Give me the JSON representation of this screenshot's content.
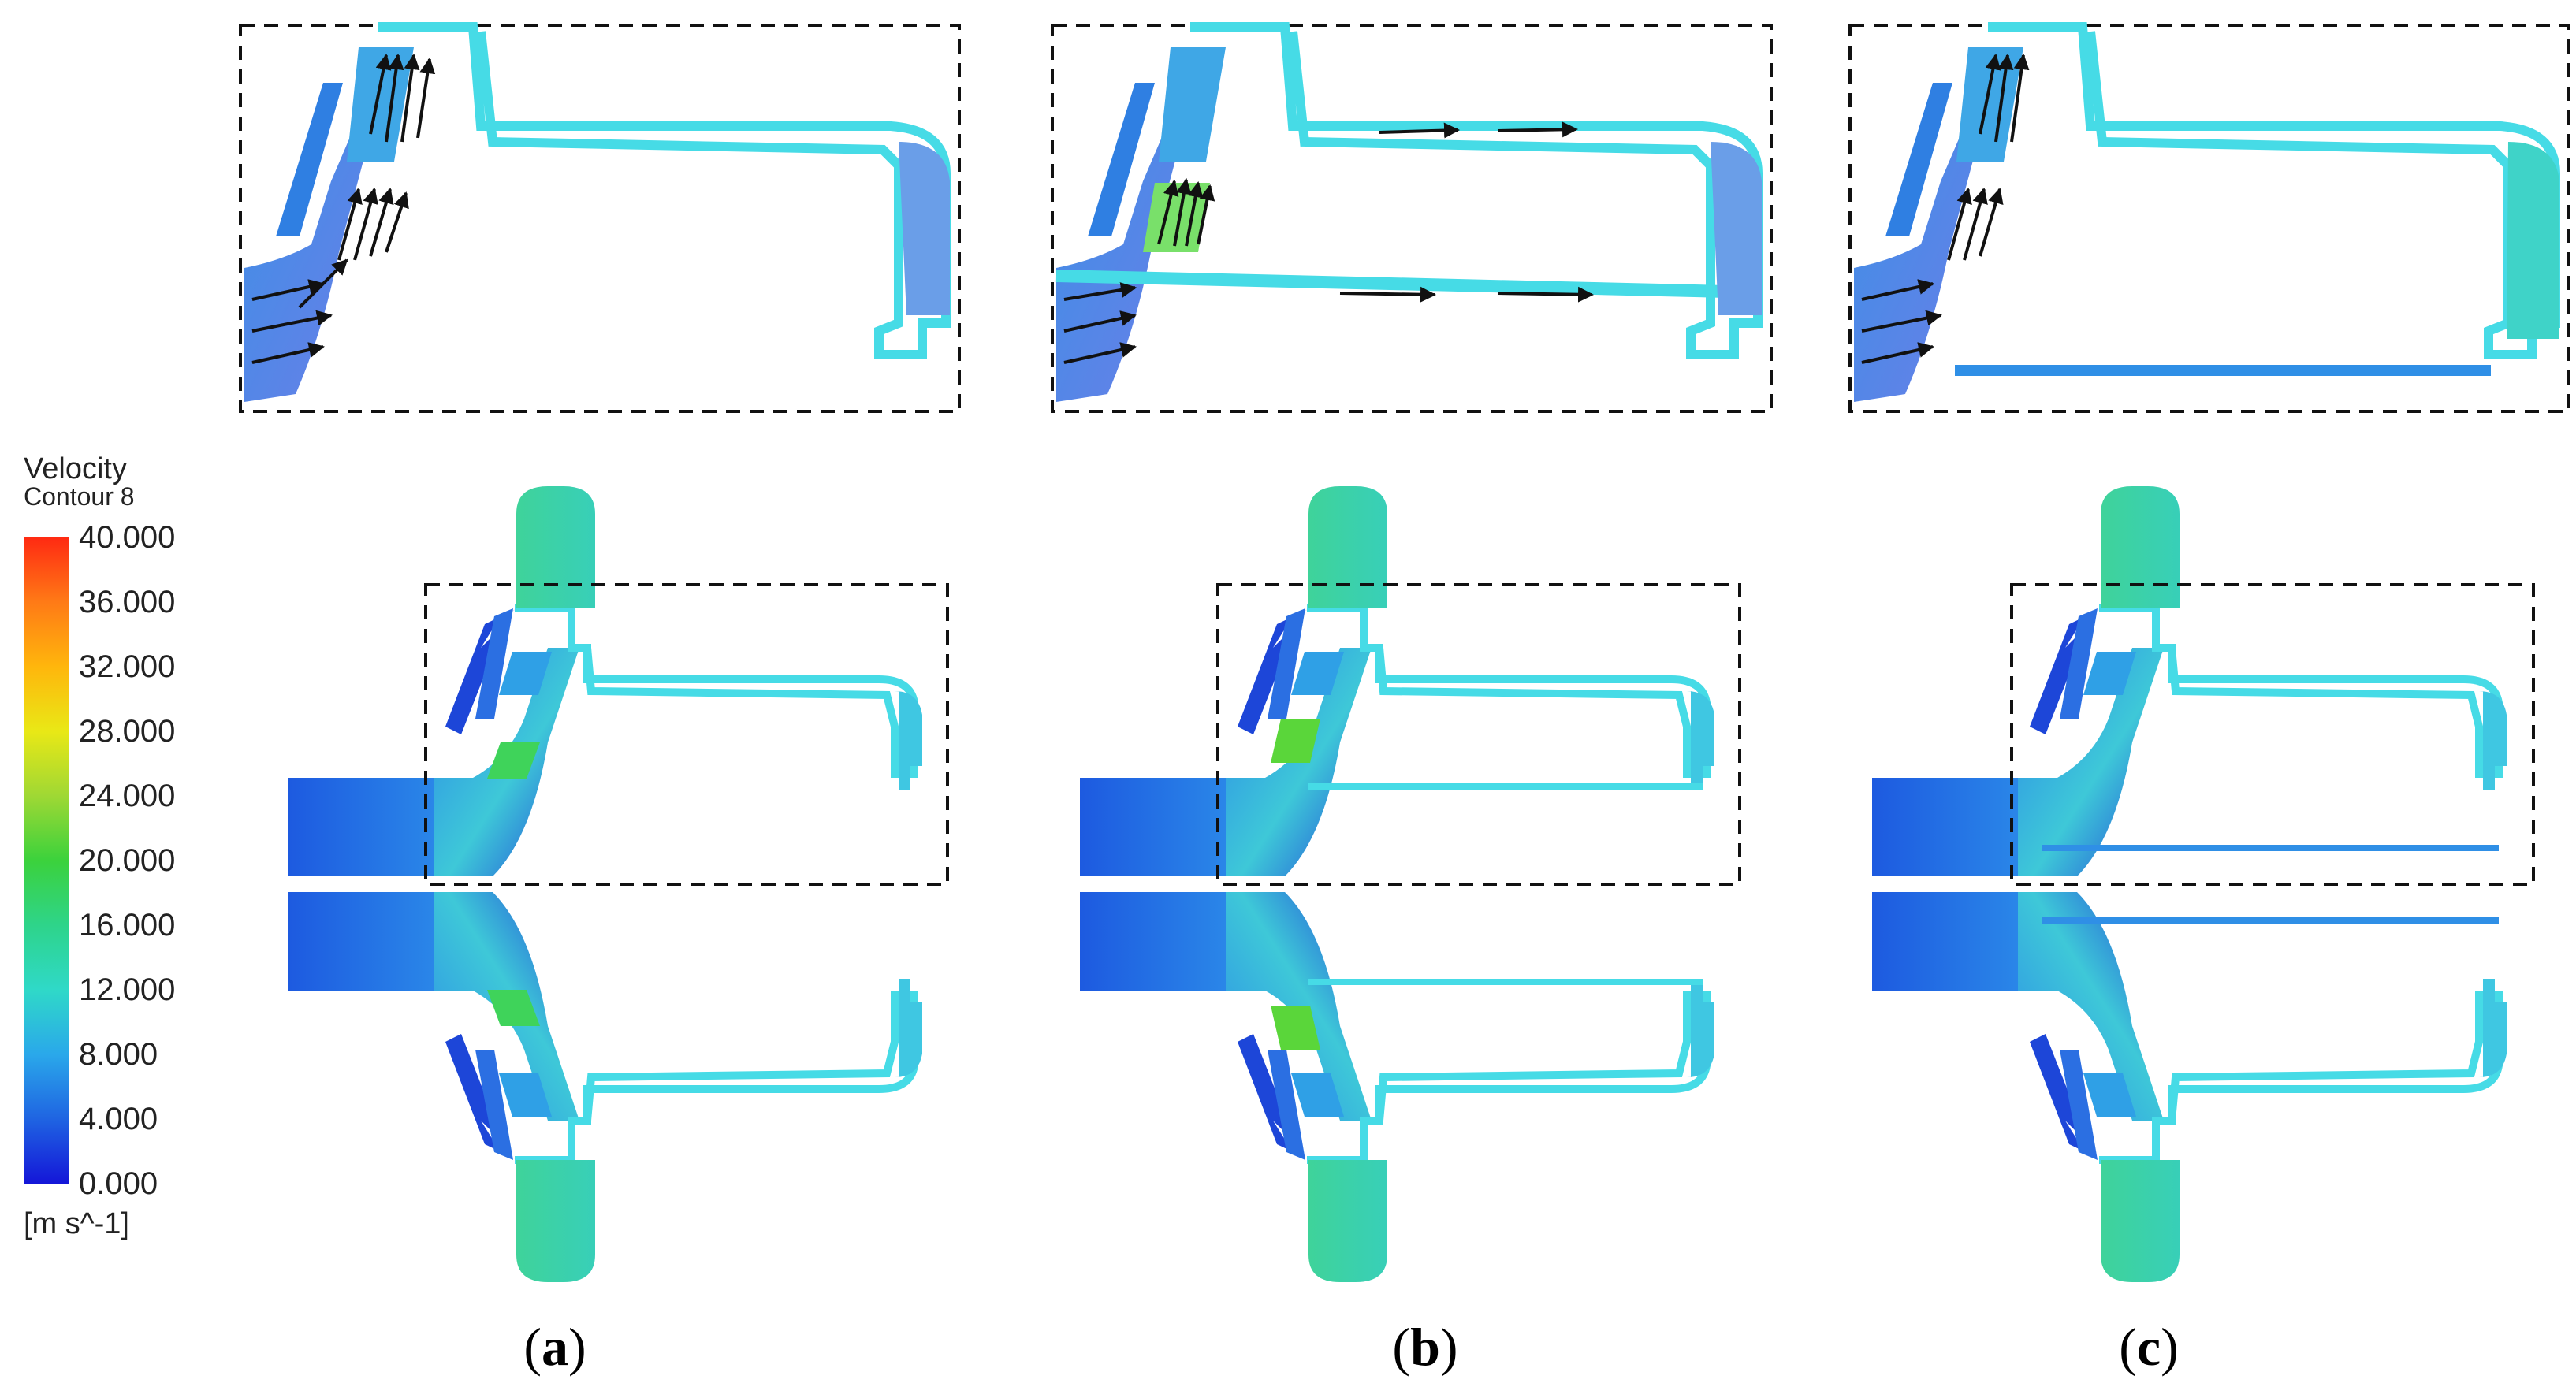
{
  "legend": {
    "title_line1": "Velocity",
    "title_line2": "Contour 8",
    "unit": "[m s^-1]",
    "ticks": [
      "40.000",
      "36.000",
      "32.000",
      "28.000",
      "24.000",
      "20.000",
      "16.000",
      "12.000",
      "8.000",
      "4.000",
      "0.000"
    ],
    "gradient": [
      "#ff2a12",
      "#ff7a16",
      "#ffb60c",
      "#e9e816",
      "#9fd834",
      "#3bd23c",
      "#2ed48a",
      "#2fd9c8",
      "#2aa8ea",
      "#1f64e2",
      "#1416d8"
    ]
  },
  "panels": [
    {
      "id": "a",
      "label_open": "(",
      "label_letter": "a",
      "label_close": ")"
    },
    {
      "id": "b",
      "label_open": "(",
      "label_letter": "b",
      "label_close": ")"
    },
    {
      "id": "c",
      "label_open": "(",
      "label_letter": "c",
      "label_close": ")"
    }
  ],
  "colors": {
    "low": "#1d46d8",
    "mid_low": "#2f8fe6",
    "mid": "#3fd0d8",
    "wall": "#46dbe6",
    "high": "#3fd35a",
    "arrow": "#111111"
  }
}
